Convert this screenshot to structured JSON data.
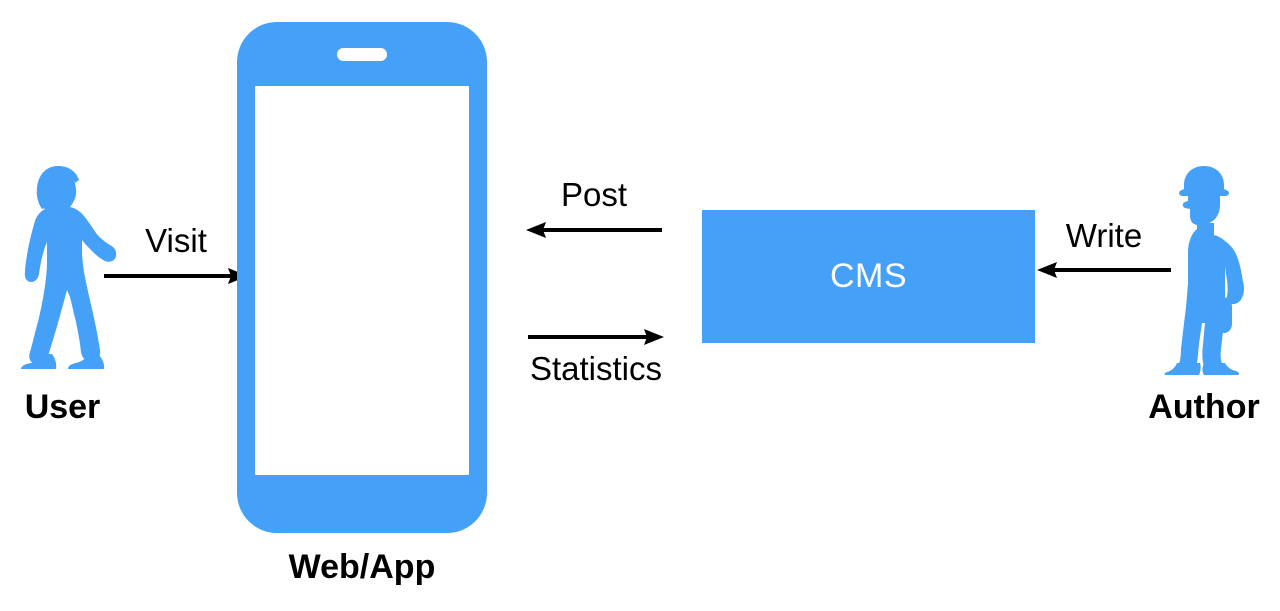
{
  "diagram": {
    "title": "CMS content flow diagram",
    "background_color": "#FFFFFF",
    "brand_color": "#45A0F7",
    "line_color": "#000000",
    "nodes": [
      {
        "id": "user",
        "label": "User",
        "icon": "walking-woman-silhouette-icon",
        "color": "#45A0F7"
      },
      {
        "id": "webapp",
        "label": "Web/App",
        "icon": "smartphone-icon",
        "color": "#45A0F7"
      },
      {
        "id": "cms",
        "label": "CMS",
        "icon": "rectangle-box",
        "color": "#45A0F7",
        "text_color": "#FFFFFF"
      },
      {
        "id": "author",
        "label": "Author",
        "icon": "standing-person-with-hat-silhouette-icon",
        "color": "#45A0F7"
      }
    ],
    "edges": [
      {
        "id": "visit",
        "label": "Visit",
        "from": "user",
        "to": "webapp",
        "direction": "right"
      },
      {
        "id": "post",
        "label": "Post",
        "from": "cms",
        "to": "webapp",
        "direction": "left"
      },
      {
        "id": "statistics",
        "label": "Statistics",
        "from": "webapp",
        "to": "cms",
        "direction": "right"
      },
      {
        "id": "write",
        "label": "Write",
        "from": "author",
        "to": "cms",
        "direction": "left"
      }
    ]
  }
}
